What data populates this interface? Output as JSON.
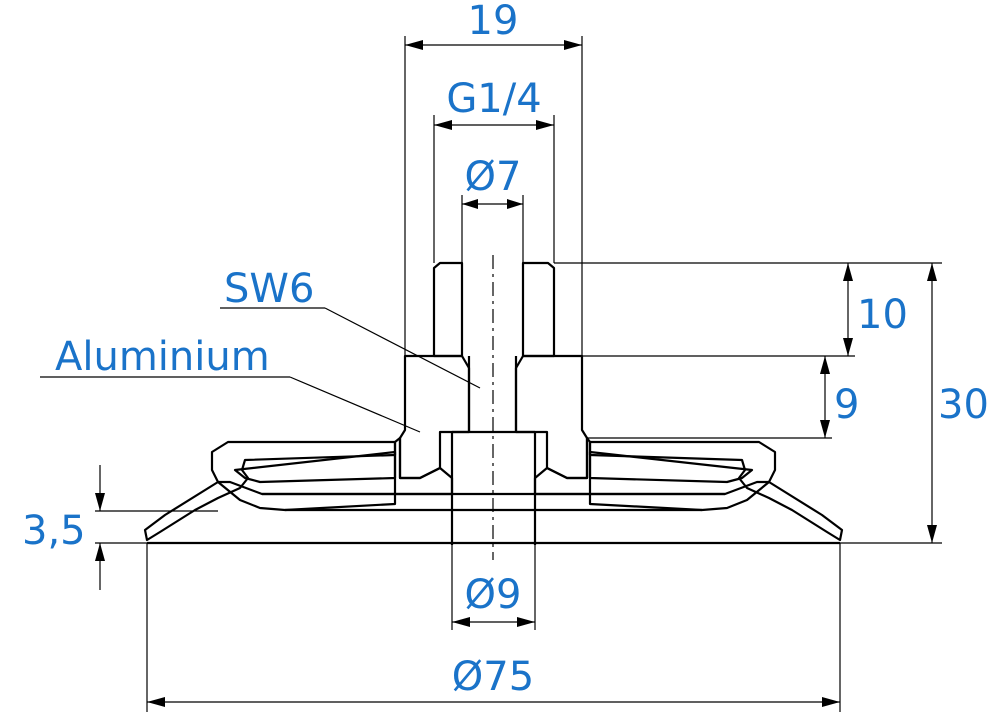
{
  "dimensions": {
    "width_top": "19",
    "thread": "G1/4",
    "bore_top": "Ø7",
    "bore_bottom": "Ø9",
    "diameter_total": "Ø75",
    "height_thread": "10",
    "height_hex": "9",
    "height_total": "30",
    "lip_height": "3,5"
  },
  "labels": {
    "hex": "SW6",
    "material": "Aluminium"
  },
  "colors": {
    "dimension_text": "#1a73c9",
    "lines": "#000000"
  }
}
